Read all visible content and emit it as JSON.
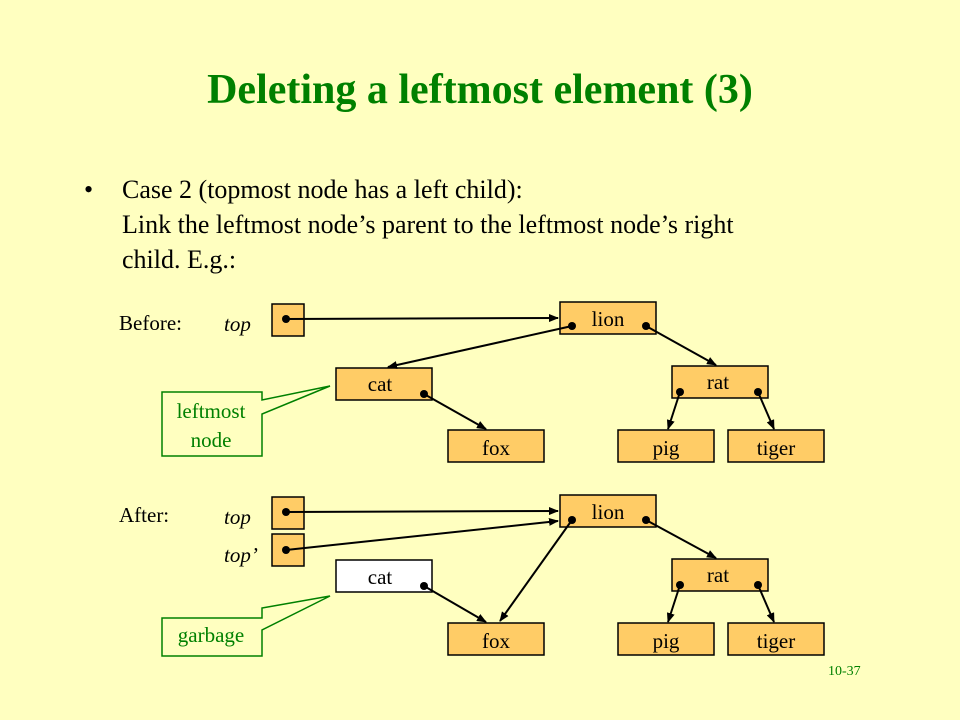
{
  "slide": {
    "title": "Deleting a leftmost element (3)",
    "bullet": {
      "marker": "•",
      "lines": [
        "Case 2 (topmost node has a left child):",
        "Link the leftmost node’s parent to the leftmost node’s right",
        "child. E.g.:"
      ]
    },
    "slide_number": "10-37"
  },
  "diagram": {
    "before": {
      "label": "Before:",
      "top_label": "top",
      "nodes": {
        "lion": "lion",
        "cat": "cat",
        "rat": "rat",
        "fox": "fox",
        "pig": "pig",
        "tiger": "tiger"
      },
      "callout": [
        "leftmost",
        "node"
      ]
    },
    "after": {
      "label": "After:",
      "top_label": "top",
      "top_prime_label": "top’",
      "nodes": {
        "lion": "lion",
        "cat": "cat",
        "rat": "rat",
        "fox": "fox",
        "pig": "pig",
        "tiger": "tiger"
      },
      "callout": [
        "garbage"
      ]
    },
    "colors": {
      "background": "#FFFFC0",
      "node_fill": "#FFCC66",
      "garbage_node_fill": "#FFFFFF",
      "title": "#008000",
      "callout": "#008000"
    }
  }
}
